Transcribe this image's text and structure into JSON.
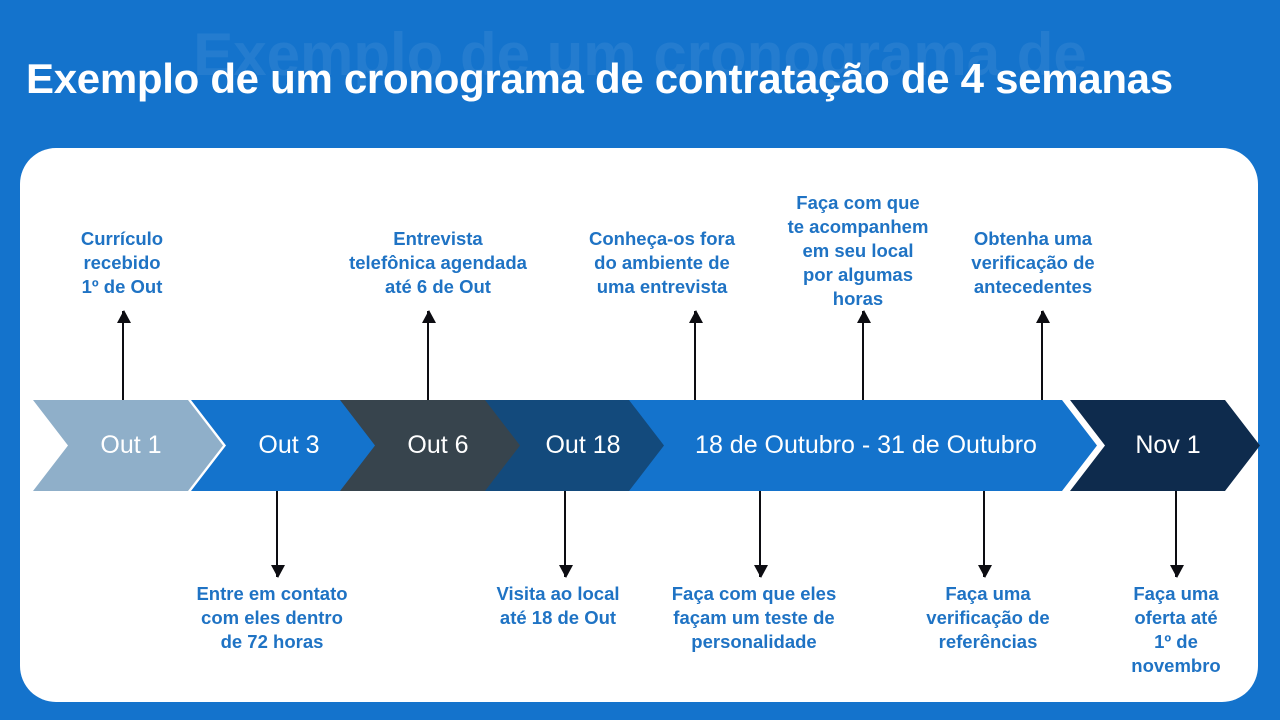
{
  "page": {
    "background_color": "#1473cc",
    "card_color": "#ffffff",
    "title": "Exemplo de um cronograma de contratação de 4 semanas",
    "watermark": "Exemplo de um cronograma de",
    "label_color": "#1f73c4",
    "arrow_color": "#0d0d12"
  },
  "timeline": {
    "stages": [
      {
        "label": "Out 1",
        "color": "#8fafc9"
      },
      {
        "label": "Out 3",
        "color": "#1473cc"
      },
      {
        "label": "Out 6",
        "color": "#37444d"
      },
      {
        "label": "Out 18",
        "color": "#134a7c"
      },
      {
        "label": "18 de Outubro - 31 de Outubro",
        "color": "#1473cc"
      },
      {
        "label": "Nov 1",
        "color": "#0e2b4d"
      }
    ]
  },
  "callouts": {
    "top": [
      {
        "name": "curriculo-recebido",
        "lines": [
          "Currículo",
          "recebido",
          "1º de Out"
        ]
      },
      {
        "name": "entrevista-telefonica",
        "lines": [
          "Entrevista",
          "telefônica agendada",
          "até 6 de Out"
        ]
      },
      {
        "name": "conheca-os-fora",
        "lines": [
          "Conheça-os fora",
          "do ambiente de",
          "uma entrevista"
        ]
      },
      {
        "name": "acompanhamento-local",
        "lines": [
          "Faça com que",
          "te acompanhem",
          "em seu local",
          "por algumas",
          "horas"
        ]
      },
      {
        "name": "verificacao-antecedentes",
        "lines": [
          "Obtenha uma",
          "verificação de",
          "antecedentes"
        ]
      }
    ],
    "bottom": [
      {
        "name": "entre-em-contato",
        "lines": [
          "Entre em contato",
          "com eles dentro",
          "de 72 horas"
        ]
      },
      {
        "name": "visita-ao-local",
        "lines": [
          "Visita ao local",
          "até 18 de Out"
        ]
      },
      {
        "name": "teste-personalidade",
        "lines": [
          "Faça com que eles",
          "façam um teste de",
          "personalidade"
        ]
      },
      {
        "name": "verificacao-referencias",
        "lines": [
          "Faça uma",
          "verificação de",
          "referências"
        ]
      },
      {
        "name": "faca-uma-oferta",
        "lines": [
          "Faça uma",
          "oferta até",
          "1º de",
          "novembro"
        ]
      }
    ]
  }
}
